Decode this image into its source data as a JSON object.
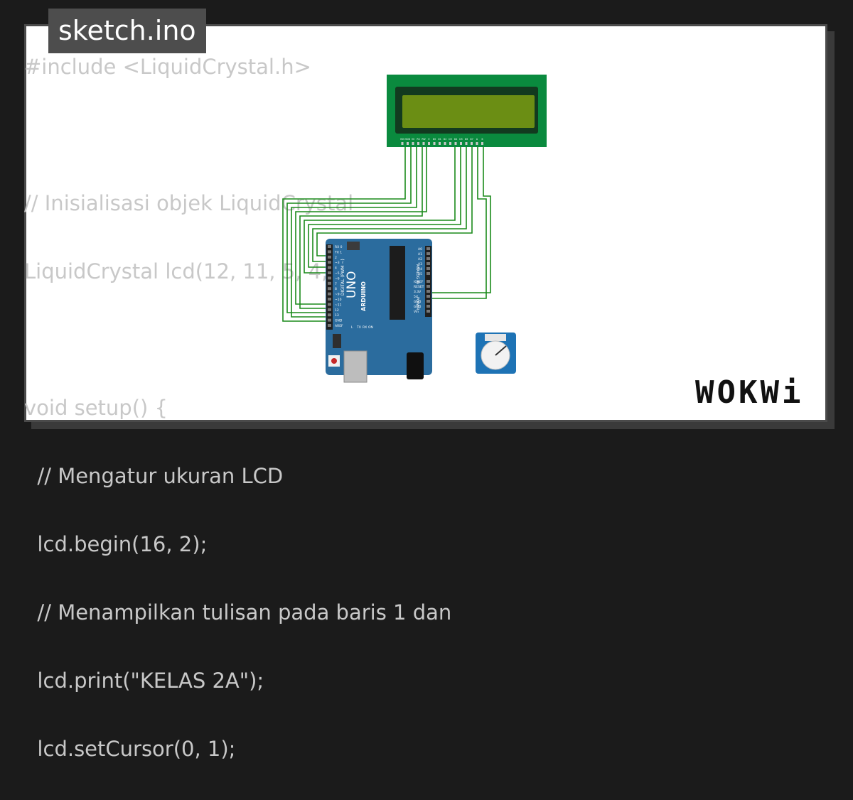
{
  "tab": {
    "filename": "sketch.ino"
  },
  "code": {
    "lines": [
      "#include <LiquidCrystal.h>",
      "",
      "// Inisialisasi objek LiquidCrystal",
      "LiquidCrystal lcd(12, 11, 5, 4, 3, 2);",
      "",
      "void setup() {",
      "  // Mengatur ukuran LCD",
      "  lcd.begin(16, 2);",
      "  // Menampilkan tulisan pada baris 1 dan",
      "  lcd.print(\"KELAS 2A\");",
      "  lcd.setCursor(0, 1);"
    ]
  },
  "lcd": {
    "pin_labels": [
      "VSS",
      "VDD",
      "V0",
      "RS",
      "RW",
      "E",
      "D0",
      "D1",
      "D2",
      "D3",
      "D4",
      "D5",
      "D6",
      "D7",
      "A",
      "K"
    ],
    "colors": {
      "board": "#0a8a3e",
      "screen": "#6b8e14",
      "bezel": "#123a1f"
    }
  },
  "arduino": {
    "model": "UNO",
    "brand": "ARDUINO",
    "digital_label": "DIGITAL (PWM ~)",
    "digital_pins": [
      "AREF",
      "GND",
      "13",
      "12",
      "~11",
      "~10",
      "~9",
      "8",
      "7",
      "~6",
      "~5",
      "4",
      "~3",
      "2",
      "TX 1",
      "RX 0"
    ],
    "power_label": "POWER",
    "power_pins": [
      "IOREF",
      "RESET",
      "3.3V",
      "5V",
      "GND",
      "GND",
      "Vin"
    ],
    "analog_label": "ANALOG IN",
    "analog_pins": [
      "A0",
      "A1",
      "A2",
      "A3",
      "A4",
      "A5"
    ],
    "led_labels": [
      "L",
      "TX",
      "RX",
      "ON"
    ],
    "colors": {
      "board": "#2b6c9e",
      "wire": "#1a8a1a"
    }
  },
  "brand": {
    "logo": "WOKWi"
  }
}
